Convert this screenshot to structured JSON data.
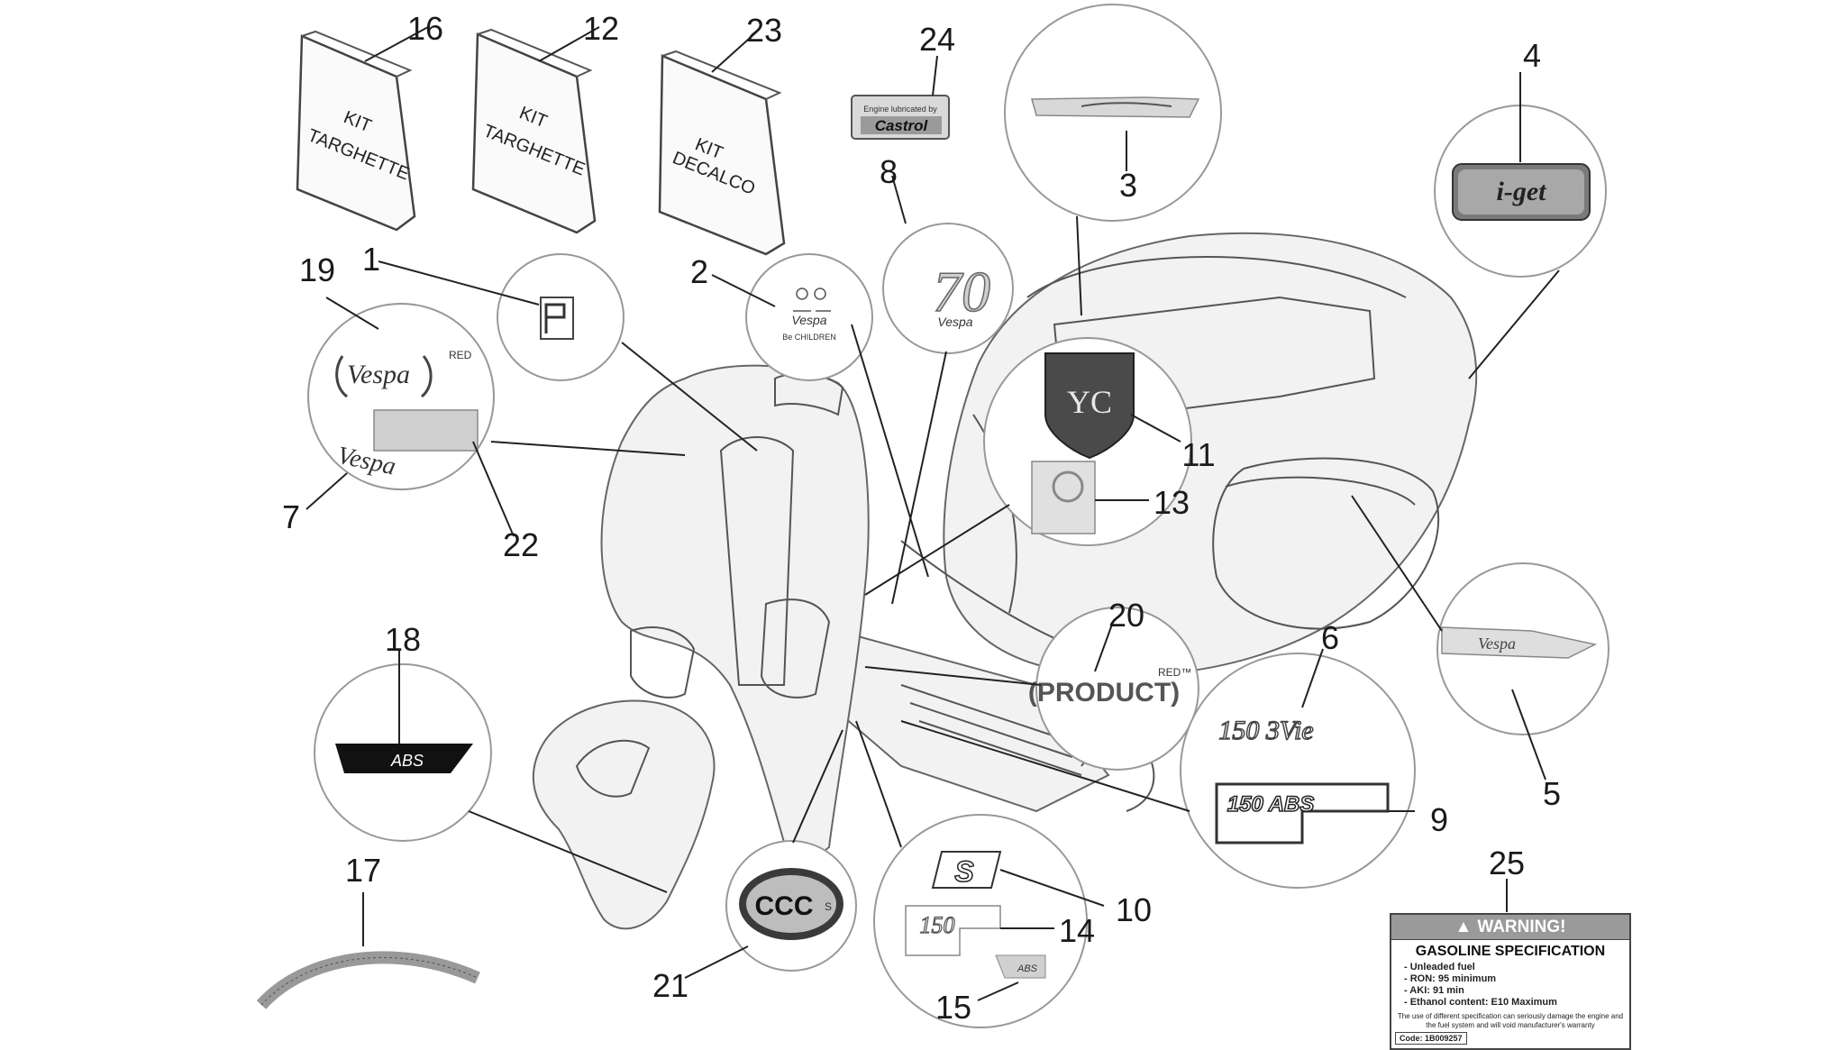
{
  "parts": [
    {
      "id": "1"
    },
    {
      "id": "2"
    },
    {
      "id": "3"
    },
    {
      "id": "4"
    },
    {
      "id": "5"
    },
    {
      "id": "6"
    },
    {
      "id": "7"
    },
    {
      "id": "8"
    },
    {
      "id": "9"
    },
    {
      "id": "10"
    },
    {
      "id": "11"
    },
    {
      "id": "12"
    },
    {
      "id": "13"
    },
    {
      "id": "14"
    },
    {
      "id": "15"
    },
    {
      "id": "16"
    },
    {
      "id": "17"
    },
    {
      "id": "18"
    },
    {
      "id": "19"
    },
    {
      "id": "20"
    },
    {
      "id": "21"
    },
    {
      "id": "22"
    },
    {
      "id": "23"
    },
    {
      "id": "24"
    },
    {
      "id": "25"
    }
  ],
  "kits": {
    "kit16": {
      "line1": "KIT",
      "line2": "TARGHETTE"
    },
    "kit12": {
      "line1": "KIT",
      "line2": "TARGHETTE"
    },
    "kit23": {
      "line1": "KIT",
      "line2": "DECALCO"
    }
  },
  "castrol": {
    "top": "Engine lubricated by",
    "brand": "Castrol"
  },
  "badges": {
    "abs18": "ABS",
    "product_red": "(PRODUCT)",
    "product_red_sup": "RED™",
    "red_sup": "RED",
    "igel": "i-get",
    "model_150_3vie": "150 3Vie",
    "model_150_abs": "150 ABS",
    "s_badge": "S",
    "model_150": "150",
    "abs15": "ABS",
    "ccc": "CCC",
    "ccc_sub": "S",
    "vespa_script": "Vespa",
    "yc": "YC",
    "be_children": "Be CHILDREN"
  },
  "warning": {
    "header": "WARNING!",
    "title": "GASOLINE SPECIFICATION",
    "items": [
      "- Unleaded fuel",
      "- RON: 95 minimum",
      "- AKI: 91 min",
      "- Ethanol content: E10 Maximum"
    ],
    "note": "The use of different specification can seriously damage the engine and the fuel system and will void manufacturer's warranty",
    "code": "Code: 1B009257"
  }
}
